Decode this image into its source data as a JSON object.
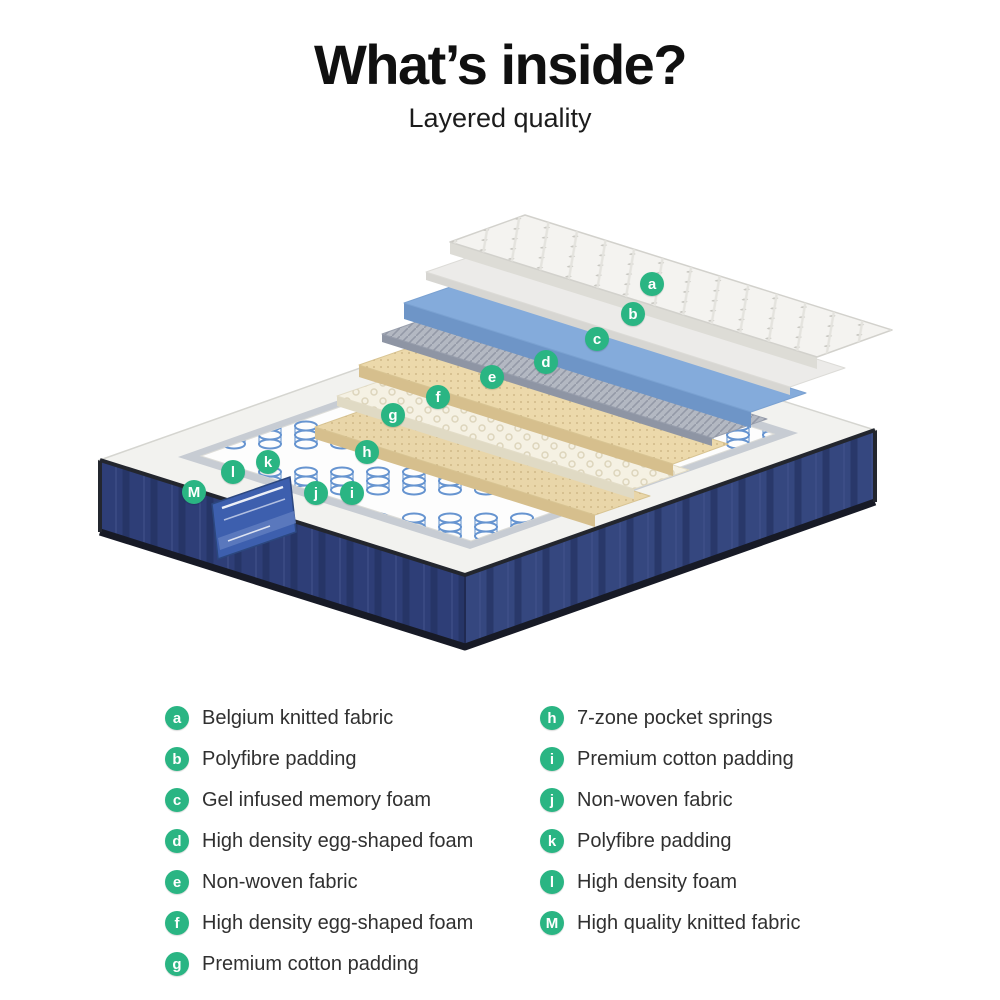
{
  "header": {
    "title": "What’s inside?",
    "subtitle": "Layered quality"
  },
  "diagram": {
    "callouts": [
      {
        "letter": "a"
      },
      {
        "letter": "b"
      },
      {
        "letter": "c"
      },
      {
        "letter": "d"
      },
      {
        "letter": "e"
      },
      {
        "letter": "f"
      },
      {
        "letter": "g"
      },
      {
        "letter": "h"
      },
      {
        "letter": "i"
      },
      {
        "letter": "j"
      },
      {
        "letter": "k"
      },
      {
        "letter": "l"
      },
      {
        "letter": "M"
      }
    ],
    "colors": {
      "badge_green": "#2ab583",
      "navy": "#2e3e77",
      "navy_light": "#35477f",
      "piping_dark": "#23262e",
      "memory_foam": "#84abdb",
      "memory_foam_edge": "#6e95c7",
      "cream": "#ecd9ab",
      "cream_deep": "#e9d6a9",
      "cream_edge": "#d6bf8d",
      "ivory": "#f5f1e3",
      "gray_layer": "#b3b8c2",
      "gray_layer_edge": "#8e95a4",
      "white_layer": "#ecebe9",
      "quilt_white": "#f4f3f0",
      "spring_blue": "#6694d0",
      "tag_blue": "#3d5fae"
    }
  },
  "legend": {
    "left": [
      {
        "letter": "a",
        "label": "Belgium knitted fabric"
      },
      {
        "letter": "b",
        "label": "Polyfibre padding"
      },
      {
        "letter": "c",
        "label": "Gel infused memory foam"
      },
      {
        "letter": "d",
        "label": "High density egg-shaped foam"
      },
      {
        "letter": "e",
        "label": "Non-woven fabric"
      },
      {
        "letter": "f",
        "label": "High density egg-shaped foam"
      },
      {
        "letter": "g",
        "label": "Premium cotton padding"
      }
    ],
    "right": [
      {
        "letter": "h",
        "label": "7-zone pocket springs"
      },
      {
        "letter": "i",
        "label": "Premium cotton padding"
      },
      {
        "letter": "j",
        "label": "Non-woven fabric"
      },
      {
        "letter": "k",
        "label": "Polyfibre padding"
      },
      {
        "letter": "l",
        "label": "High density foam"
      },
      {
        "letter": "M",
        "label": "High quality knitted fabric"
      }
    ]
  }
}
